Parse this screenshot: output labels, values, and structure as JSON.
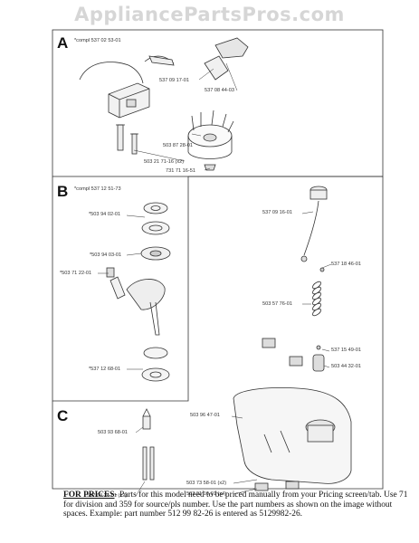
{
  "watermark": "AppliancePartsPros.com",
  "sections": {
    "a": {
      "letter": "A",
      "header": "*compl 537 02 53-01"
    },
    "b": {
      "letter": "B",
      "header": "*compl 537 12 51-73"
    },
    "c": {
      "letter": "C"
    }
  },
  "part_numbers": {
    "a_1": "537 09 17-01",
    "a_2": "537 08 44-03",
    "a_3": "503 87 28-01",
    "a_4": "503 21 71-16 (x2)",
    "a_5": "731 71 16-51",
    "b_1": "*503 94 02-01",
    "b_2": "*503 94 03-01",
    "b_3": "*503 71 22-01",
    "b_4": "*537 12 68-01",
    "r_1": "537 09 16-01",
    "r_2": "537 18 46-01",
    "r_3": "503 57 76-01",
    "r_4": "537 15 49-01",
    "r_5": "503 44 32-01",
    "c_1": "503 93 68-01",
    "c_2": "537 04 24-01 (x2)",
    "c_3": "503 96 47-01",
    "c_4": "503 73 58-01 (x2)",
    "c_5": "503 91 10-01 (x4)"
  },
  "footer": {
    "lead": "FOR PRICES",
    "text": "- Parts for this model need to be priced manually from your Pricing screen/tab. Use 71 for division and 359 for source/pls number.  Use the part numbers as shown on the image without spaces.  Example: part number 512 99 82-26 is entered as 5129982-26."
  }
}
